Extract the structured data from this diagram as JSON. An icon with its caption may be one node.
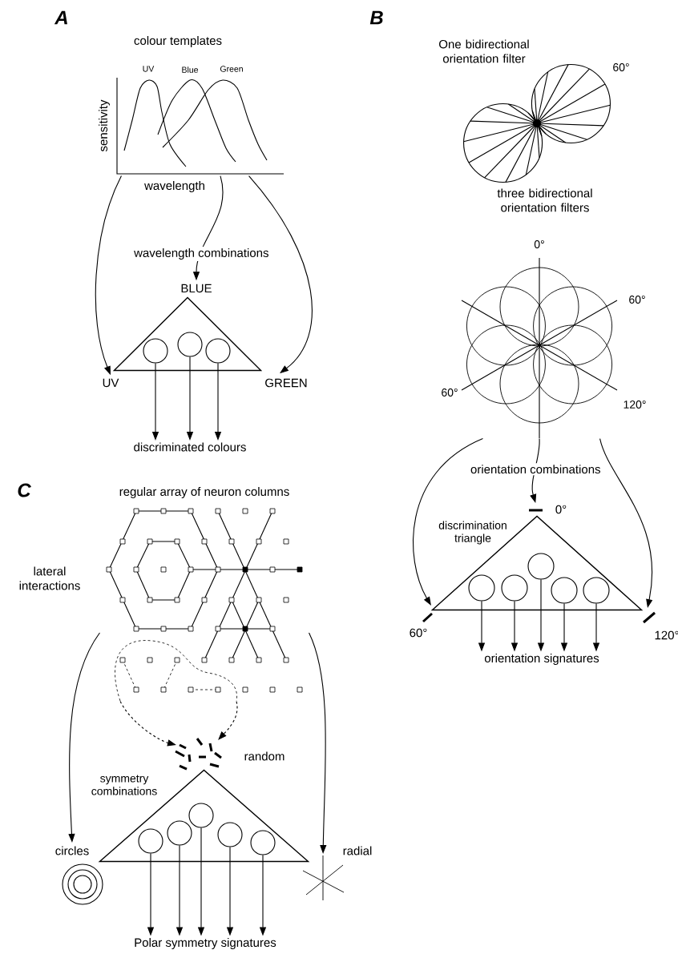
{
  "diagram": {
    "nodes": [
      {
        "text": [],
        "shape": "picture"
      },
      {
        "text": [
          "BLUE"
        ]
      },
      {
        "text": [
          "UV"
        ]
      },
      {
        "text": [
          "GREEN"
        ]
      },
      {
        "text": [],
        "shape": "triangle"
      },
      {
        "text": [],
        "shape": "circle",
        "in": 4
      },
      {
        "text": [],
        "shape": "circle",
        "in": 4
      },
      {
        "text": [],
        "shape": "circle",
        "in": 4
      },
      {
        "text": [
          "discriminated colours"
        ]
      },
      {
        "text": [],
        "shape": "picture"
      },
      {
        "text": [
          "0°"
        ]
      },
      {
        "text": [
          "60°"
        ]
      },
      {
        "text": [
          "120°"
        ]
      },
      {
        "text": [],
        "shape": "triangle"
      },
      {
        "text": [],
        "shape": "circle",
        "in": 13
      },
      {
        "text": [],
        "shape": "circle",
        "in": 13
      },
      {
        "text": [],
        "shape": "circle",
        "in": 13
      },
      {
        "text": [],
        "shape": "circle",
        "in": 13
      },
      {
        "text": [],
        "shape": "circle",
        "in": 13
      },
      {
        "text": [
          "orientation signatures"
        ]
      },
      {
        "text": [],
        "shape": "picture"
      },
      {
        "text": [
          "random"
        ]
      },
      {
        "text": [
          "circles"
        ]
      },
      {
        "text": [
          "radial"
        ]
      },
      {
        "text": [],
        "shape": "triangle"
      },
      {
        "text": [],
        "shape": "circle",
        "in": 24
      },
      {
        "text": [],
        "shape": "circle",
        "in": 24
      },
      {
        "text": [],
        "shape": "circle",
        "in": 24
      },
      {
        "text": [],
        "shape": "circle",
        "in": 24
      },
      {
        "text": [],
        "shape": "circle",
        "in": 24
      },
      {
        "text": [
          "Polar symmetry signatures"
        ]
      }
    ],
    "edges": [
      {
        "from": 0,
        "to": 2,
        "arrow": "to"
      },
      {
        "from": 0,
        "to": 1,
        "arrow": "to",
        "label": "wavelength combinations"
      },
      {
        "from": 0,
        "to": 3,
        "arrow": "to"
      },
      {
        "from": 5,
        "to": 8,
        "arrow": "to"
      },
      {
        "from": 6,
        "to": 8,
        "arrow": "to"
      },
      {
        "from": 7,
        "to": 8,
        "arrow": "to"
      },
      {
        "from": 9,
        "to": 11,
        "arrow": "to"
      },
      {
        "from": 9,
        "to": 10,
        "arrow": "to",
        "label": "orientation combinations"
      },
      {
        "from": 9,
        "to": 12,
        "arrow": "to"
      },
      {
        "from": 14,
        "to": 19,
        "arrow": "to"
      },
      {
        "from": 15,
        "to": 19,
        "arrow": "to"
      },
      {
        "from": 16,
        "to": 19,
        "arrow": "to"
      },
      {
        "from": 17,
        "to": 19,
        "arrow": "to"
      },
      {
        "from": 18,
        "to": 19,
        "arrow": "to"
      },
      {
        "from": 20,
        "to": 22,
        "arrow": "to"
      },
      {
        "from": 20,
        "to": 21,
        "arrow": "to",
        "style": "dashed"
      },
      {
        "from": 20,
        "to": 21,
        "arrow": "to",
        "style": "dashed"
      },
      {
        "from": 20,
        "to": 23,
        "arrow": "to"
      },
      {
        "from": 25,
        "to": 30,
        "arrow": "to"
      },
      {
        "from": 26,
        "to": 30,
        "arrow": "to"
      },
      {
        "from": 27,
        "to": 30,
        "arrow": "to"
      },
      {
        "from": 28,
        "to": 30,
        "arrow": "to"
      },
      {
        "from": 29,
        "to": 30,
        "arrow": "to"
      }
    ],
    "labels": [
      "A",
      "colour templates",
      "UV",
      "Blue",
      "Green",
      "sensitivity",
      "wavelength",
      "B",
      "One bidirectional orientation filter",
      "60°",
      "three bidirectional orientation filters",
      "0°",
      "60°",
      "60°",
      "120°",
      "discrimination triangle",
      "C",
      "regular array of neuron columns",
      "lateral interactions",
      "symmetry combinations"
    ]
  }
}
